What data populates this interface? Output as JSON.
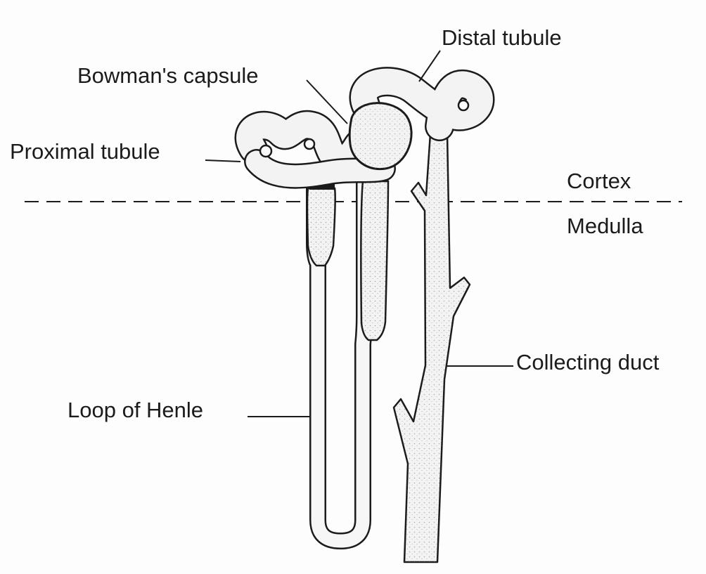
{
  "labels": {
    "distal_tubule": "Distal tubule",
    "bowmans_capsule": "Bowman's capsule",
    "proximal_tubule": "Proximal tubule",
    "cortex": "Cortex",
    "medulla": "Medulla",
    "collecting_duct": "Collecting duct",
    "loop_of_henle": "Loop of Henle"
  },
  "colors": {
    "ink": "#1b1b1b",
    "background": "#fdfdfd",
    "tube_fill": "#f3f3f3"
  }
}
